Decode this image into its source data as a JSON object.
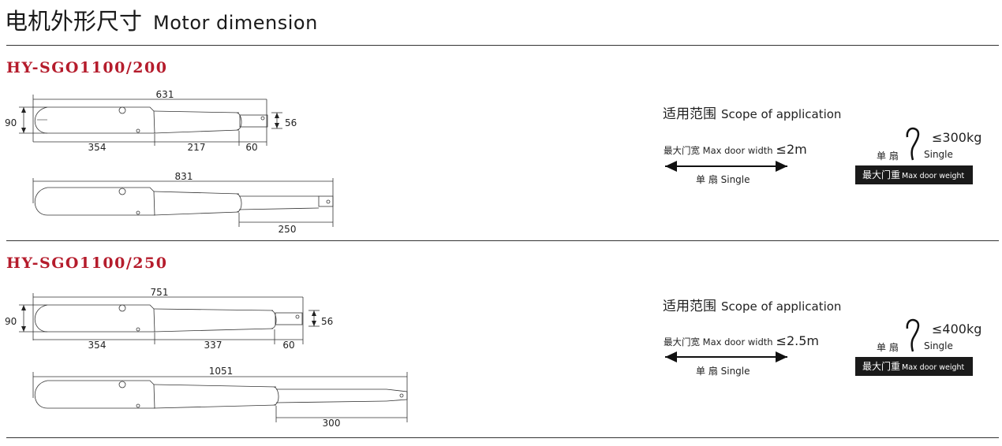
{
  "header": {
    "title_cn": "电机外形尺寸",
    "title_en": "Motor dimension"
  },
  "sections": [
    {
      "model": "HY-SGO1100/200",
      "closed": {
        "total": "631",
        "height": "90",
        "rod_height": "56",
        "seg1": "354",
        "seg2": "217",
        "seg3": "60"
      },
      "open": {
        "total": "831",
        "stroke": "250"
      },
      "scope": {
        "title_cn": "适用范围",
        "title_en": "Scope of application",
        "door_width_label": "最大门宽  Max door width",
        "door_width_value": "≤2m",
        "single_label": "单 扇  Single",
        "weight_value": "≤300kg",
        "weight_single_cn": "单 扇",
        "weight_single_en": "Single",
        "weight_label_cn": "最大门重",
        "weight_label_en": "Max door weight"
      }
    },
    {
      "model": "HY-SGO1100/250",
      "closed": {
        "total": "751",
        "height": "90",
        "rod_height": "56",
        "seg1": "354",
        "seg2": "337",
        "seg3": "60"
      },
      "open": {
        "total": "1051",
        "stroke": "300"
      },
      "scope": {
        "title_cn": "适用范围",
        "title_en": "Scope of application",
        "door_width_label": "最大门宽  Max door width",
        "door_width_value": "≤2.5m",
        "single_label": "单 扇  Single",
        "weight_value": "≤400kg",
        "weight_single_cn": "单 扇",
        "weight_single_en": "Single",
        "weight_label_cn": "最大门重",
        "weight_label_en": "Max door weight"
      }
    }
  ]
}
